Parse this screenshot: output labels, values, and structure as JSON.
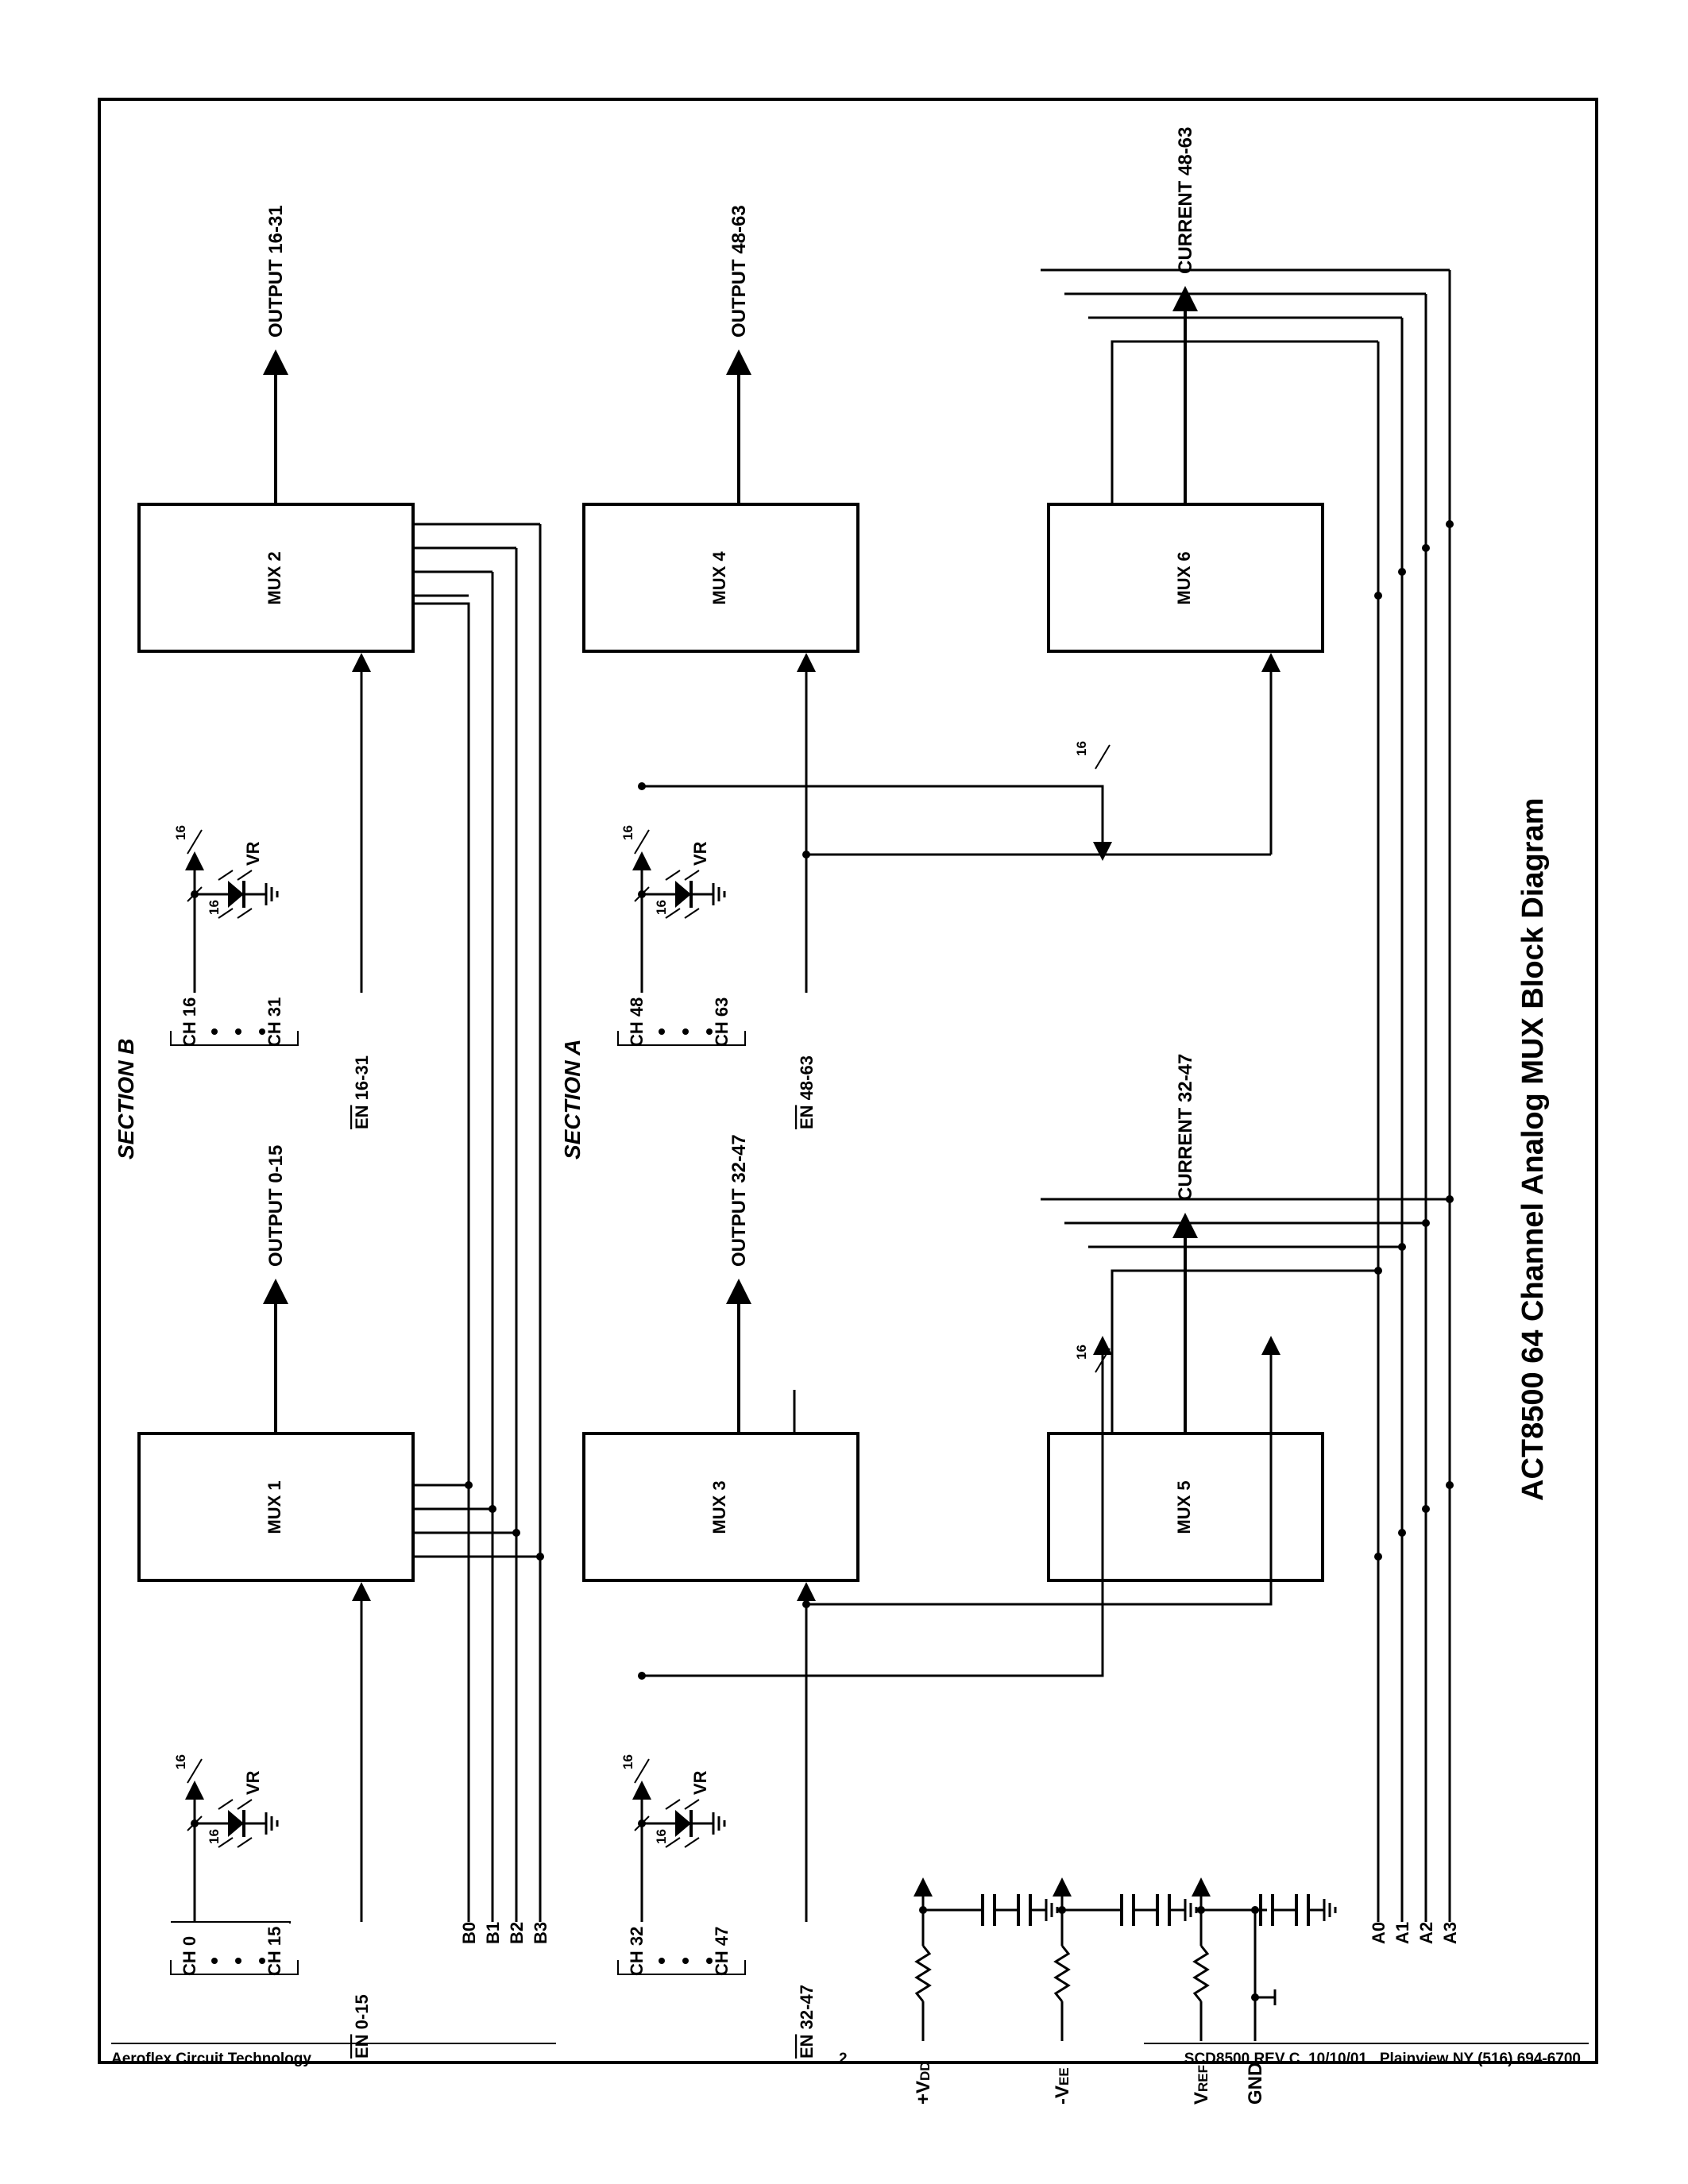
{
  "title": "ACT8500 64 Channel Analog MUX  Block Diagram",
  "sections": {
    "b": "SECTION B",
    "a": "SECTION A"
  },
  "mux": {
    "m1": "MUX 1",
    "m2": "MUX 2",
    "m3": "MUX 3",
    "m4": "MUX 4",
    "m5": "MUX 5",
    "m6": "MUX 6"
  },
  "outputs": {
    "o0": "OUTPUT 0-15",
    "o16": "OUTPUT 16-31",
    "o32": "OUTPUT 32-47",
    "o48": "OUTPUT 48-63",
    "c32": "CURRENT 32-47",
    "c48": "CURRENT 48-63"
  },
  "channels": {
    "ch0": "CH 0",
    "ch15": "CH 15",
    "ch16": "CH 16",
    "ch31": "CH 31",
    "ch32": "CH 32",
    "ch47": "CH 47",
    "ch48": "CH 48",
    "ch63": "CH 63"
  },
  "enables": {
    "en_prefix": "EN",
    "en0": " 0-15",
    "en16": " 16-31",
    "en32": " 32-47",
    "en48": " 48-63"
  },
  "bus_width": "16",
  "vr": "VR",
  "b_lines": [
    "B0",
    "B1",
    "B2",
    "B3"
  ],
  "a_lines": [
    "A0",
    "A1",
    "A2",
    "A3"
  ],
  "power": {
    "vdd_sign": "+V",
    "vdd_sub": "DD",
    "vee_sign": "-V",
    "vee_sub": "EE",
    "vref_main": "V",
    "vref_sub": "REF",
    "gnd": "GND"
  },
  "footer": {
    "company": "Aeroflex Circuit Technology",
    "page": "2",
    "doc": "SCD8500 REV C  10/10/01   Plainview NY (516) 694-6700"
  }
}
